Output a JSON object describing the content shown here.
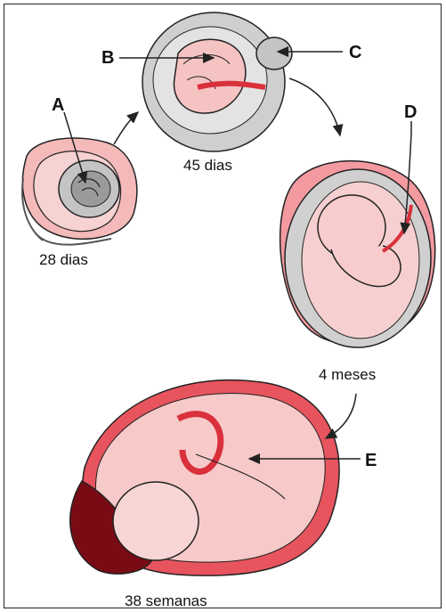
{
  "diagram": {
    "labels": {
      "a": "A",
      "b": "B",
      "c": "C",
      "d": "D",
      "e": "E"
    },
    "stages": {
      "s1": "28 dias",
      "s2": "45 dias",
      "s3": "4 meses",
      "s4": "38 semanas"
    },
    "colors": {
      "outline": "#222222",
      "sac_gray": "#c9c9c9",
      "embryo_pink": "#f6c3c3",
      "tissue_pink": "#f39aa0",
      "cord_red": "#d9303c",
      "placenta_dark": "#7a0b14",
      "uterus_red": "#e8545e"
    }
  }
}
